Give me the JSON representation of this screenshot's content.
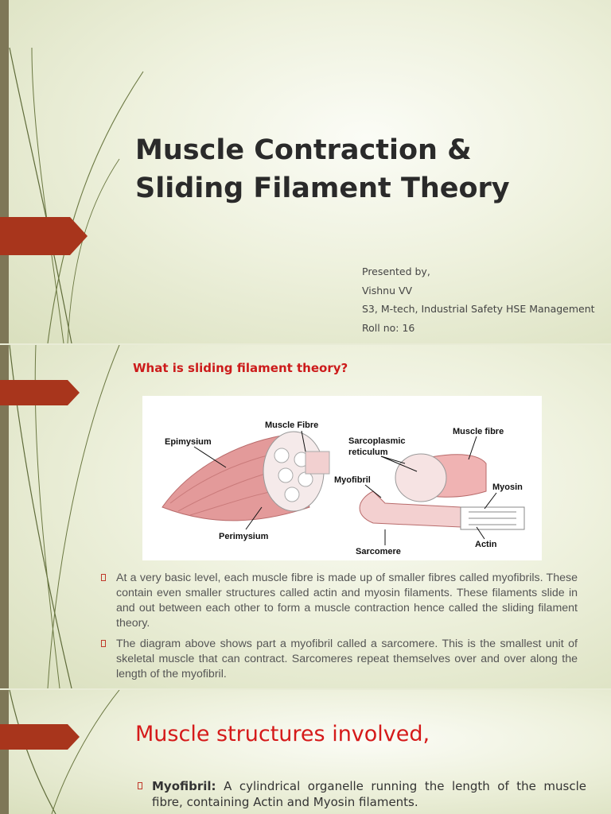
{
  "slides": [
    {
      "title_line1": "Muscle Contraction &",
      "title_line2": "Sliding Filament Theory",
      "presenter": {
        "label": "Presented by,",
        "name": "Vishnu VV",
        "course": "S3, M-tech, Industrial Safety HSE Management",
        "roll": "Roll no: 16"
      }
    },
    {
      "heading": "What is sliding filament theory?",
      "figure_labels": {
        "epimysium": "Epimysium",
        "muscle_fibre_left": "Muscle Fibre",
        "perimysium": "Perimysium",
        "sarcoplasmic": "Sarcoplasmic",
        "reticulum": "reticulum",
        "muscle_fibre_right": "Muscle fibre",
        "myofibril": "Myofibril",
        "myosin": "Myosin",
        "actin": "Actin",
        "sarcomere": "Sarcomere"
      },
      "bullets": [
        "At a very basic level, each muscle fibre is made up of smaller fibres called myofibrils. These contain even smaller structures called actin and myosin filaments. These filaments slide in and out between each other to form a muscle contraction hence called the sliding filament theory.",
        "The diagram above shows part a myofibril called a sarcomere. This is the smallest unit of skeletal muscle that can contract. Sarcomeres repeat themselves over and over along the length of the myofibril."
      ]
    },
    {
      "heading": "Muscle structures involved,",
      "items": [
        {
          "term": "Myofibril:",
          "text": " A cylindrical organelle running the length of the muscle fibre, containing Actin and Myosin filaments."
        }
      ]
    }
  ],
  "colors": {
    "accent_tab": "#a8351c",
    "left_bar": "#7e7757",
    "heading_red": "#d51a1a",
    "muscle_pink": "#e39a9a"
  }
}
